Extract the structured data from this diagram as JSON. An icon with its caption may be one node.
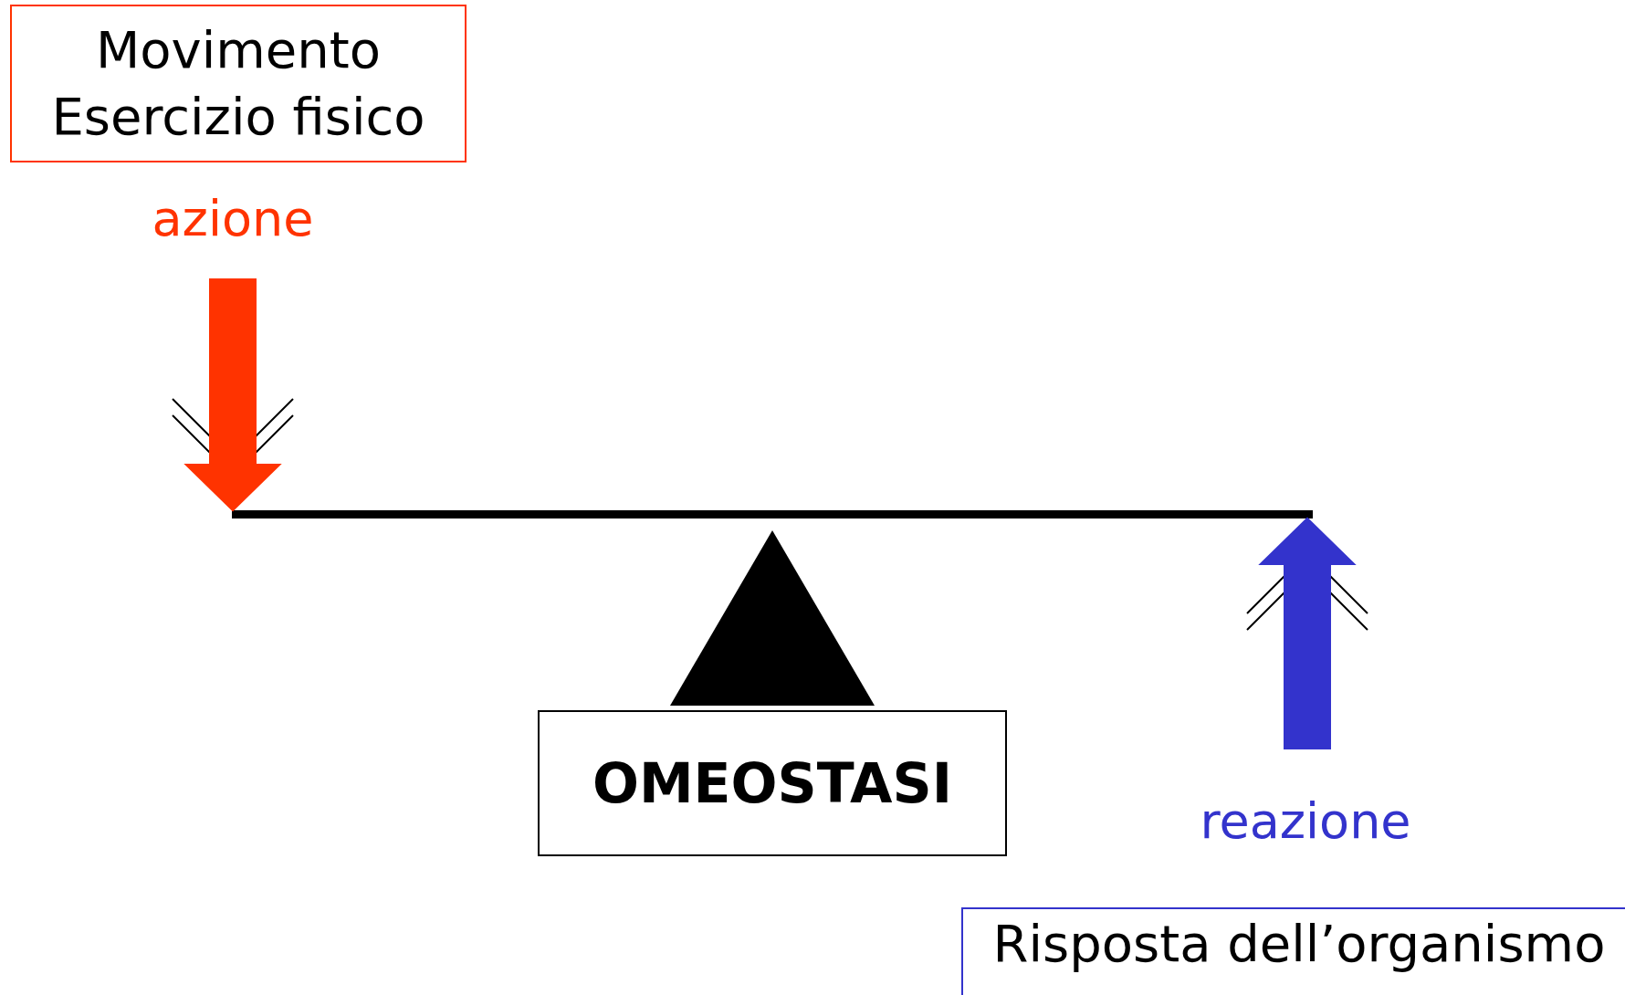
{
  "diagram": {
    "nodes": [
      {
        "text": [
          "Movimento Esercizio fisico"
        ]
      },
      {
        "text": [],
        "shape": "bar"
      },
      {
        "text": [],
        "shape": "triangle"
      },
      {
        "text": [
          "OMEOSTASI"
        ]
      },
      {
        "text": [
          "Risposta dell’organismo"
        ]
      }
    ],
    "edges": [
      {
        "from": null,
        "to": 1,
        "arrow": "to",
        "label": "azione",
        "style": "thick",
        "color": "#ff3300"
      },
      {
        "from": null,
        "to": 1,
        "arrow": "to",
        "label": "reazione",
        "style": "thick",
        "color": "#3333cc"
      }
    ]
  }
}
